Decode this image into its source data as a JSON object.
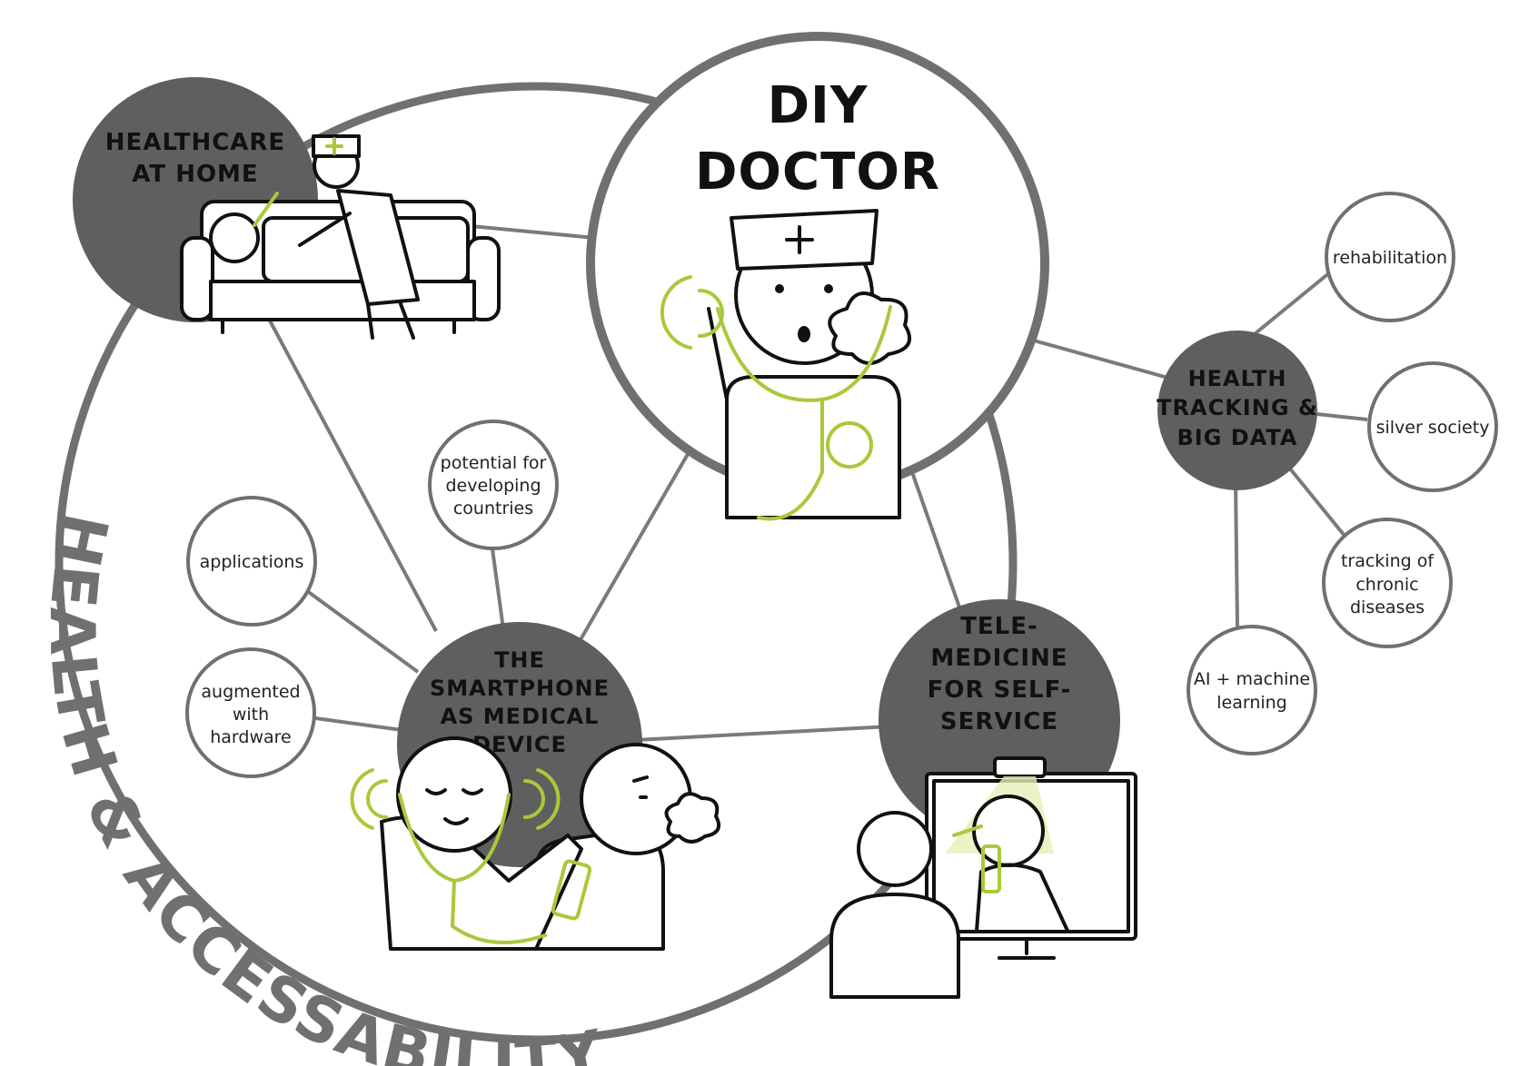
{
  "colors": {
    "dark_node": "#5f5f5f",
    "ring": "#707070",
    "connector": "#7a7a7a",
    "accent_green": "#a8c93a",
    "ink": "#111111"
  },
  "outer_ring": {
    "label": "HEALTH & ACCESSABILITY"
  },
  "central": {
    "line1": "DIY",
    "line2": "DOCTOR"
  },
  "healthcare_home": {
    "line1": "HEALTHCARE",
    "line2": "AT HOME"
  },
  "smartphone": {
    "line1": "THE",
    "line2": "SMARTPHONE",
    "line3": "AS MEDICAL",
    "line4": "DEVICE"
  },
  "telemedicine": {
    "line1": "TELE-",
    "line2": "MEDICINE",
    "line3": "FOR SELF-",
    "line4": "SERVICE"
  },
  "health_tracking": {
    "line1": "HEALTH",
    "line2": "TRACKING &",
    "line3": "BIG DATA"
  },
  "satellites": {
    "rehabilitation": {
      "line1": "rehabilitation"
    },
    "silver_society": {
      "line1": "silver society"
    },
    "chronic": {
      "line1": "tracking of",
      "line2": "chronic",
      "line3": "diseases"
    },
    "ai_ml": {
      "line1": "AI + machine",
      "line2": "learning"
    },
    "developing": {
      "line1": "potential for",
      "line2": "developing",
      "line3": "countries"
    },
    "applications": {
      "line1": "applications"
    },
    "augmented": {
      "line1": "augmented",
      "line2": "with",
      "line3": "hardware"
    }
  },
  "icons": {
    "doctor": "doctor-with-stethoscope-icon",
    "nurse": "nurse-with-patient-icon",
    "smartphone_exam": "smartphone-stethoscope-icon",
    "telemedicine": "video-call-doctor-icon"
  }
}
